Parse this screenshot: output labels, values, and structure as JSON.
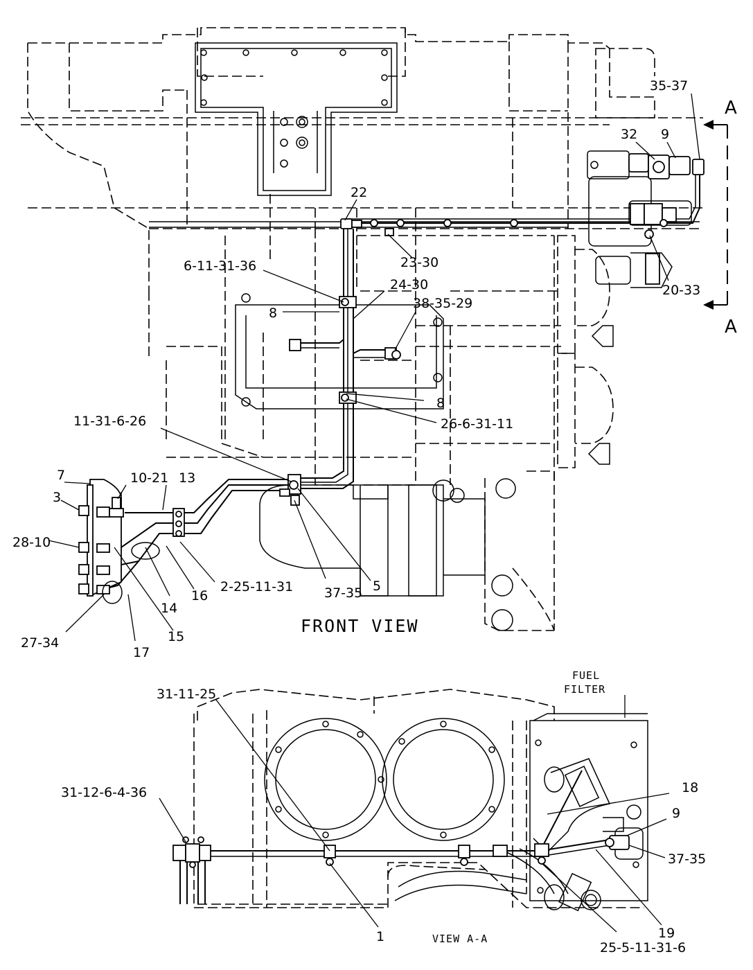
{
  "front_view": {
    "title": "FRONT VIEW",
    "callouts": {
      "c_35_37": "35-37",
      "c_32": "32",
      "c_9_top": "9",
      "c_22": "22",
      "c_23_30": "23-30",
      "c_6_11_31_36": "6-11-31-36",
      "c_24_30": "24-30",
      "c_8_upper": "8",
      "c_38_35_29": "38-35-29",
      "c_20_33": "20-33",
      "c_8_lower": "8",
      "c_26_6_31_11": "26-6-31-11",
      "c_11_31_6_26": "11-31-6-26",
      "c_7": "7",
      "c_10_21": "10-21",
      "c_13": "13",
      "c_3": "3",
      "c_28_10": "28-10",
      "c_2_25_11_31": "2-25-11-31",
      "c_16": "16",
      "c_14": "14",
      "c_37_35_front": "37-35",
      "c_5": "5",
      "c_27_34": "27-34",
      "c_15": "15",
      "c_17": "17"
    }
  },
  "section_markers": {
    "top": "A",
    "bottom": "A"
  },
  "view_aa": {
    "title": "VIEW A-A",
    "fuel_filter_line1": "FUEL",
    "fuel_filter_line2": "FILTER",
    "callouts": {
      "c_31_11_25": "31-11-25",
      "c_31_12_6_4_36": "31-12-6-4-36",
      "c_18": "18",
      "c_9": "9",
      "c_37_35": "37-35",
      "c_1": "1",
      "c_19": "19",
      "c_25_5_11_31_6": "25-5-11-31-6"
    }
  }
}
